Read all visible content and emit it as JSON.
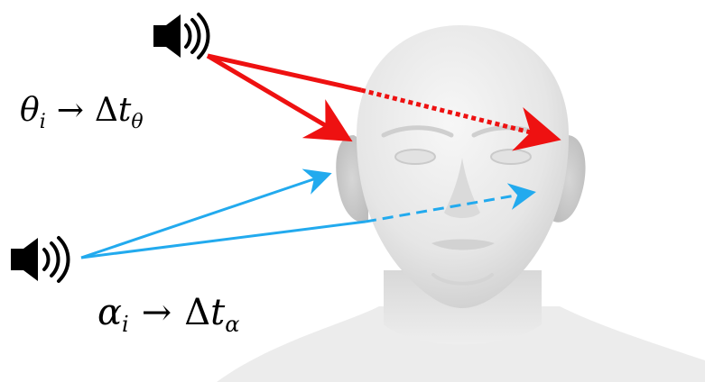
{
  "labels": {
    "theta": {
      "symbol": "θ",
      "subscript": "i",
      "arrow": "→",
      "delta": "Δ",
      "var": "t",
      "var_subscript": "θ"
    },
    "alpha": {
      "symbol": "α",
      "subscript": "i",
      "arrow": "→",
      "delta": "Δ",
      "var": "t",
      "var_subscript": "α"
    }
  },
  "icons": {
    "top_speaker": "speaker-volume-icon",
    "bottom_speaker": "speaker-volume-icon",
    "head": "human-head-illustration"
  },
  "colors": {
    "theta_arrows": "#ee1111",
    "alpha_arrows": "#22aaee",
    "speaker": "#000000",
    "head_light": "#f4f4f4",
    "head_mid": "#dcdcdc",
    "head_dark": "#b9b9b9"
  }
}
